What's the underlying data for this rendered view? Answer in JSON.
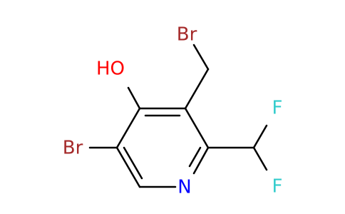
{
  "colors": {
    "bond": "#000000",
    "bromine": "#a52a2a",
    "oxygen": "#ff0000",
    "nitrogen": "#0000ff",
    "fluorine": "#33cccc"
  },
  "atoms": {
    "br_top": "Br",
    "oh": "HO",
    "br_left": "Br",
    "n": "N",
    "f_top": "F",
    "f_bottom": "F"
  }
}
